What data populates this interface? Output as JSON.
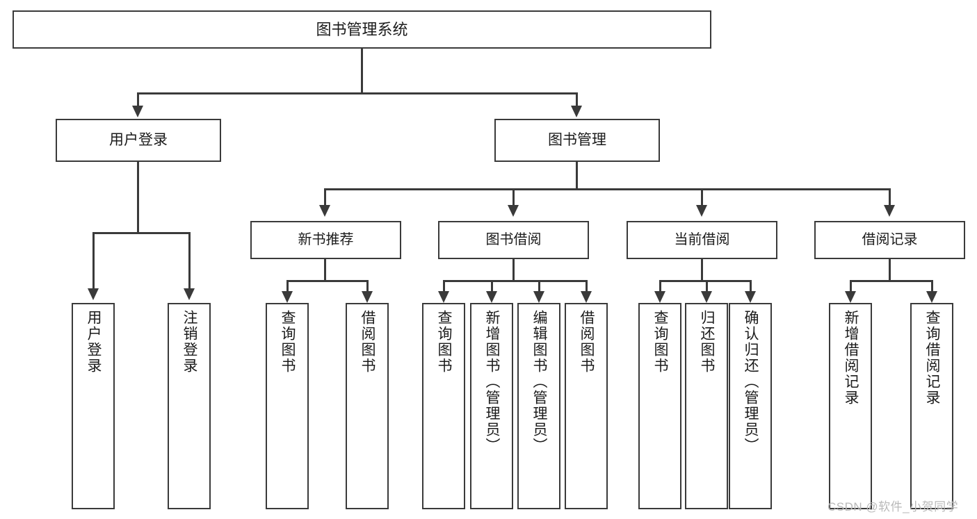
{
  "diagram": {
    "title": "图书管理系统",
    "watermark": "CSDN @软件_小贺同学",
    "root": {
      "label": "图书管理系统"
    },
    "level1": [
      {
        "id": "user-login",
        "label": "用户登录"
      },
      {
        "id": "book-manage",
        "label": "图书管理"
      }
    ],
    "level2": [
      {
        "id": "new-book-recommend",
        "label": "新书推荐"
      },
      {
        "id": "book-borrow",
        "label": "图书借阅"
      },
      {
        "id": "current-borrow",
        "label": "当前借阅"
      },
      {
        "id": "borrow-record",
        "label": "借阅记录"
      }
    ],
    "leaves": {
      "user_login": [
        {
          "id": "leaf-user-login",
          "label": "用户登录"
        },
        {
          "id": "leaf-user-logout",
          "label": "注销登录"
        }
      ],
      "new_book_recommend": [
        {
          "id": "leaf-query-book-1",
          "label": "查询图书"
        },
        {
          "id": "leaf-borrow-book-1",
          "label": "借阅图书"
        }
      ],
      "book_borrow": [
        {
          "id": "leaf-query-book-2",
          "label": "查询图书"
        },
        {
          "id": "leaf-add-book",
          "label": "新增图书（管理员）"
        },
        {
          "id": "leaf-edit-book",
          "label": "编辑图书（管理员）"
        },
        {
          "id": "leaf-borrow-book-2",
          "label": "借阅图书"
        }
      ],
      "current_borrow": [
        {
          "id": "leaf-query-book-3",
          "label": "查询图书"
        },
        {
          "id": "leaf-return-book",
          "label": "归还图书"
        },
        {
          "id": "leaf-confirm-return",
          "label": "确认归还（管理员）"
        }
      ],
      "borrow_record": [
        {
          "id": "leaf-add-record",
          "label": "新增借阅记录"
        },
        {
          "id": "leaf-query-record",
          "label": "查询借阅记录"
        }
      ]
    },
    "colors": {
      "stroke": "#3a3a3a",
      "fill": "#ffffff",
      "text": "#1b1b1b",
      "watermark": "#b9b9b9"
    }
  }
}
